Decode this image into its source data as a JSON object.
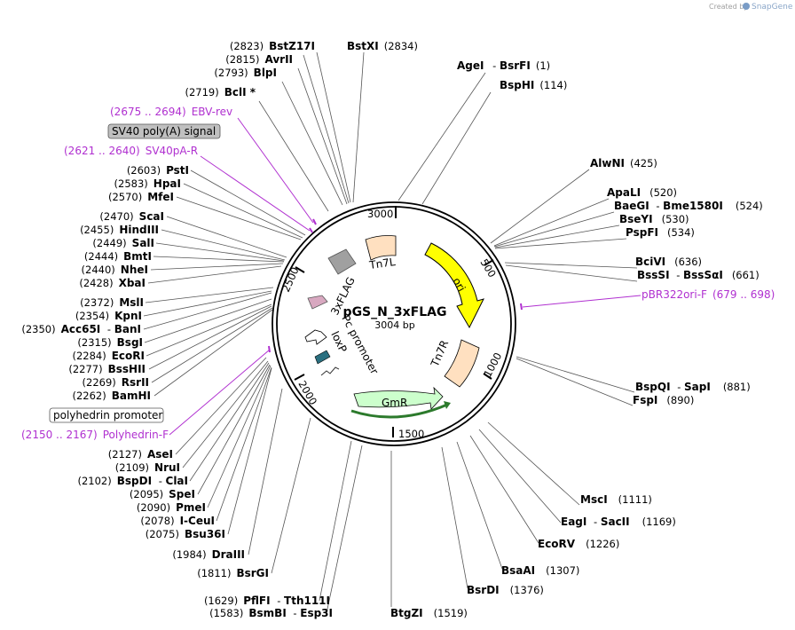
{
  "credit": {
    "created_by": "Created by",
    "app": "SnapGene"
  },
  "plasmid": {
    "name": "pGS_N_3xFLAG",
    "length": "3004 bp"
  },
  "ticks": [
    "500",
    "1000",
    "1500",
    "2000",
    "2500",
    "3000"
  ],
  "features": {
    "ori": "ori",
    "tn7l": "Tn7L",
    "tn7r": "Tn7R",
    "gmr": "GmR",
    "flag": "3xFLAG",
    "pc": "Pc promoter",
    "loxp": "loxP"
  },
  "boxed": {
    "sv40": "SV40 poly(A) signal",
    "polyhedrin": "polyhedrin promoter"
  },
  "primers": {
    "ebv_pos": "(2675 .. 2694)",
    "ebv_name": "EBV-rev",
    "sv40pa_pos": "(2621 .. 2640)",
    "sv40pa_name": "SV40pA-R",
    "pbr_name": "pBR322ori-F",
    "pbr_pos": "(679 .. 698)",
    "polyf_pos": "(2150 .. 2167)",
    "polyf_name": "Polyhedrin-F"
  },
  "enz": {
    "bstxi": "BstXI",
    "bstxi_pos": "(2834)",
    "agei": "AgeI",
    "bsrfi": "BsrFI",
    "agei_pos": "(1)",
    "bsphi": "BspHI",
    "bsphi_pos": "(114)",
    "alwni": "AlwNI",
    "alwni_pos": "(425)",
    "apali": "ApaLI",
    "apali_pos": "(520)",
    "baegi": "BaeGI",
    "bme1580i": "Bme1580I",
    "baegi_pos": "(524)",
    "bseyi": "BseYI",
    "bseyi_pos": "(530)",
    "pspfi": "PspFI",
    "pspfi_pos": "(534)",
    "bcivi": "BciVI",
    "bcivi_pos": "(636)",
    "bsssi": "BssSI",
    "bsssai": "BssSαI",
    "bsssi_pos": "(661)",
    "bspqi": "BspQI",
    "sapi": "SapI",
    "bspqi_pos": "(881)",
    "fspi": "FspI",
    "fspi_pos": "(890)",
    "msci": "MscI",
    "msci_pos": "(1111)",
    "eagi": "EagI",
    "sacii": "SacII",
    "eagi_pos": "(1169)",
    "ecorv": "EcoRV",
    "ecorv_pos": "(1226)",
    "bsaai": "BsaAI",
    "bsaai_pos": "(1307)",
    "bsrdi": "BsrDI",
    "bsrdi_pos": "(1376)",
    "btgzi": "BtgZI",
    "btgzi_pos": "(1519)",
    "bstz17i_pos": "(2823)",
    "bstz17i": "BstZ17I",
    "avrii_pos": "(2815)",
    "avrii": "AvrII",
    "blpi_pos": "(2793)",
    "blpi": "BlpI",
    "bcli_pos": "(2719)",
    "bcli": "BclI *",
    "psti_pos": "(2603)",
    "psti": "PstI",
    "hpai_pos": "(2583)",
    "hpai": "HpaI",
    "mfei_pos": "(2570)",
    "mfei": "MfeI",
    "scai_pos": "(2470)",
    "scai": "ScaI",
    "hindiii_pos": "(2455)",
    "hindiii": "HindIII",
    "sali_pos": "(2449)",
    "sali": "SalI",
    "bmti_pos": "(2444)",
    "bmti": "BmtI",
    "nhei_pos": "(2440)",
    "nhei": "NheI",
    "xbai_pos": "(2428)",
    "xbai": "XbaI",
    "msli_pos": "(2372)",
    "msli": "MslI",
    "kpni_pos": "(2354)",
    "kpni": "KpnI",
    "acc65i_pos": "(2350)",
    "acc65i": "Acc65I",
    "bani": "BanI",
    "bsgi_pos": "(2315)",
    "bsgi": "BsgI",
    "ecori_pos": "(2284)",
    "ecori": "EcoRI",
    "bsshii_pos": "(2277)",
    "bsshii": "BssHII",
    "rsrii_pos": "(2269)",
    "rsrii": "RsrII",
    "bamhi_pos": "(2262)",
    "bamhi": "BamHI",
    "asei_pos": "(2127)",
    "asei": "AseI",
    "nrui_pos": "(2109)",
    "nrui": "NruI",
    "bspdi_pos": "(2102)",
    "bspdi": "BspDI",
    "clai": "ClaI",
    "spei_pos": "(2095)",
    "spei": "SpeI",
    "pmei_pos": "(2090)",
    "pmei": "PmeI",
    "iceui_pos": "(2078)",
    "iceui": "I-CeuI",
    "bsu36i_pos": "(2075)",
    "bsu36i": "Bsu36I",
    "draiii_pos": "(1984)",
    "draiii": "DraIII",
    "bsrgi_pos": "(1811)",
    "bsrgi": "BsrGI",
    "pflfi_pos": "(1629)",
    "pflfi": "PflFI",
    "tth111i": "Tth111I",
    "bsmbi_pos": "(1583)",
    "bsmbi": "BsmBI",
    "esp3i": "Esp3I"
  },
  "colors": {
    "primer": "#b030d0",
    "ori": "#ffff00",
    "tn7": "#ffe0c0",
    "gmr": "#ccffcc",
    "flag": "#a0a0a0",
    "loxp": "#2a6f7f",
    "pc": "#ffffff",
    "polyhedrin_feat": "#d8a8c0"
  }
}
